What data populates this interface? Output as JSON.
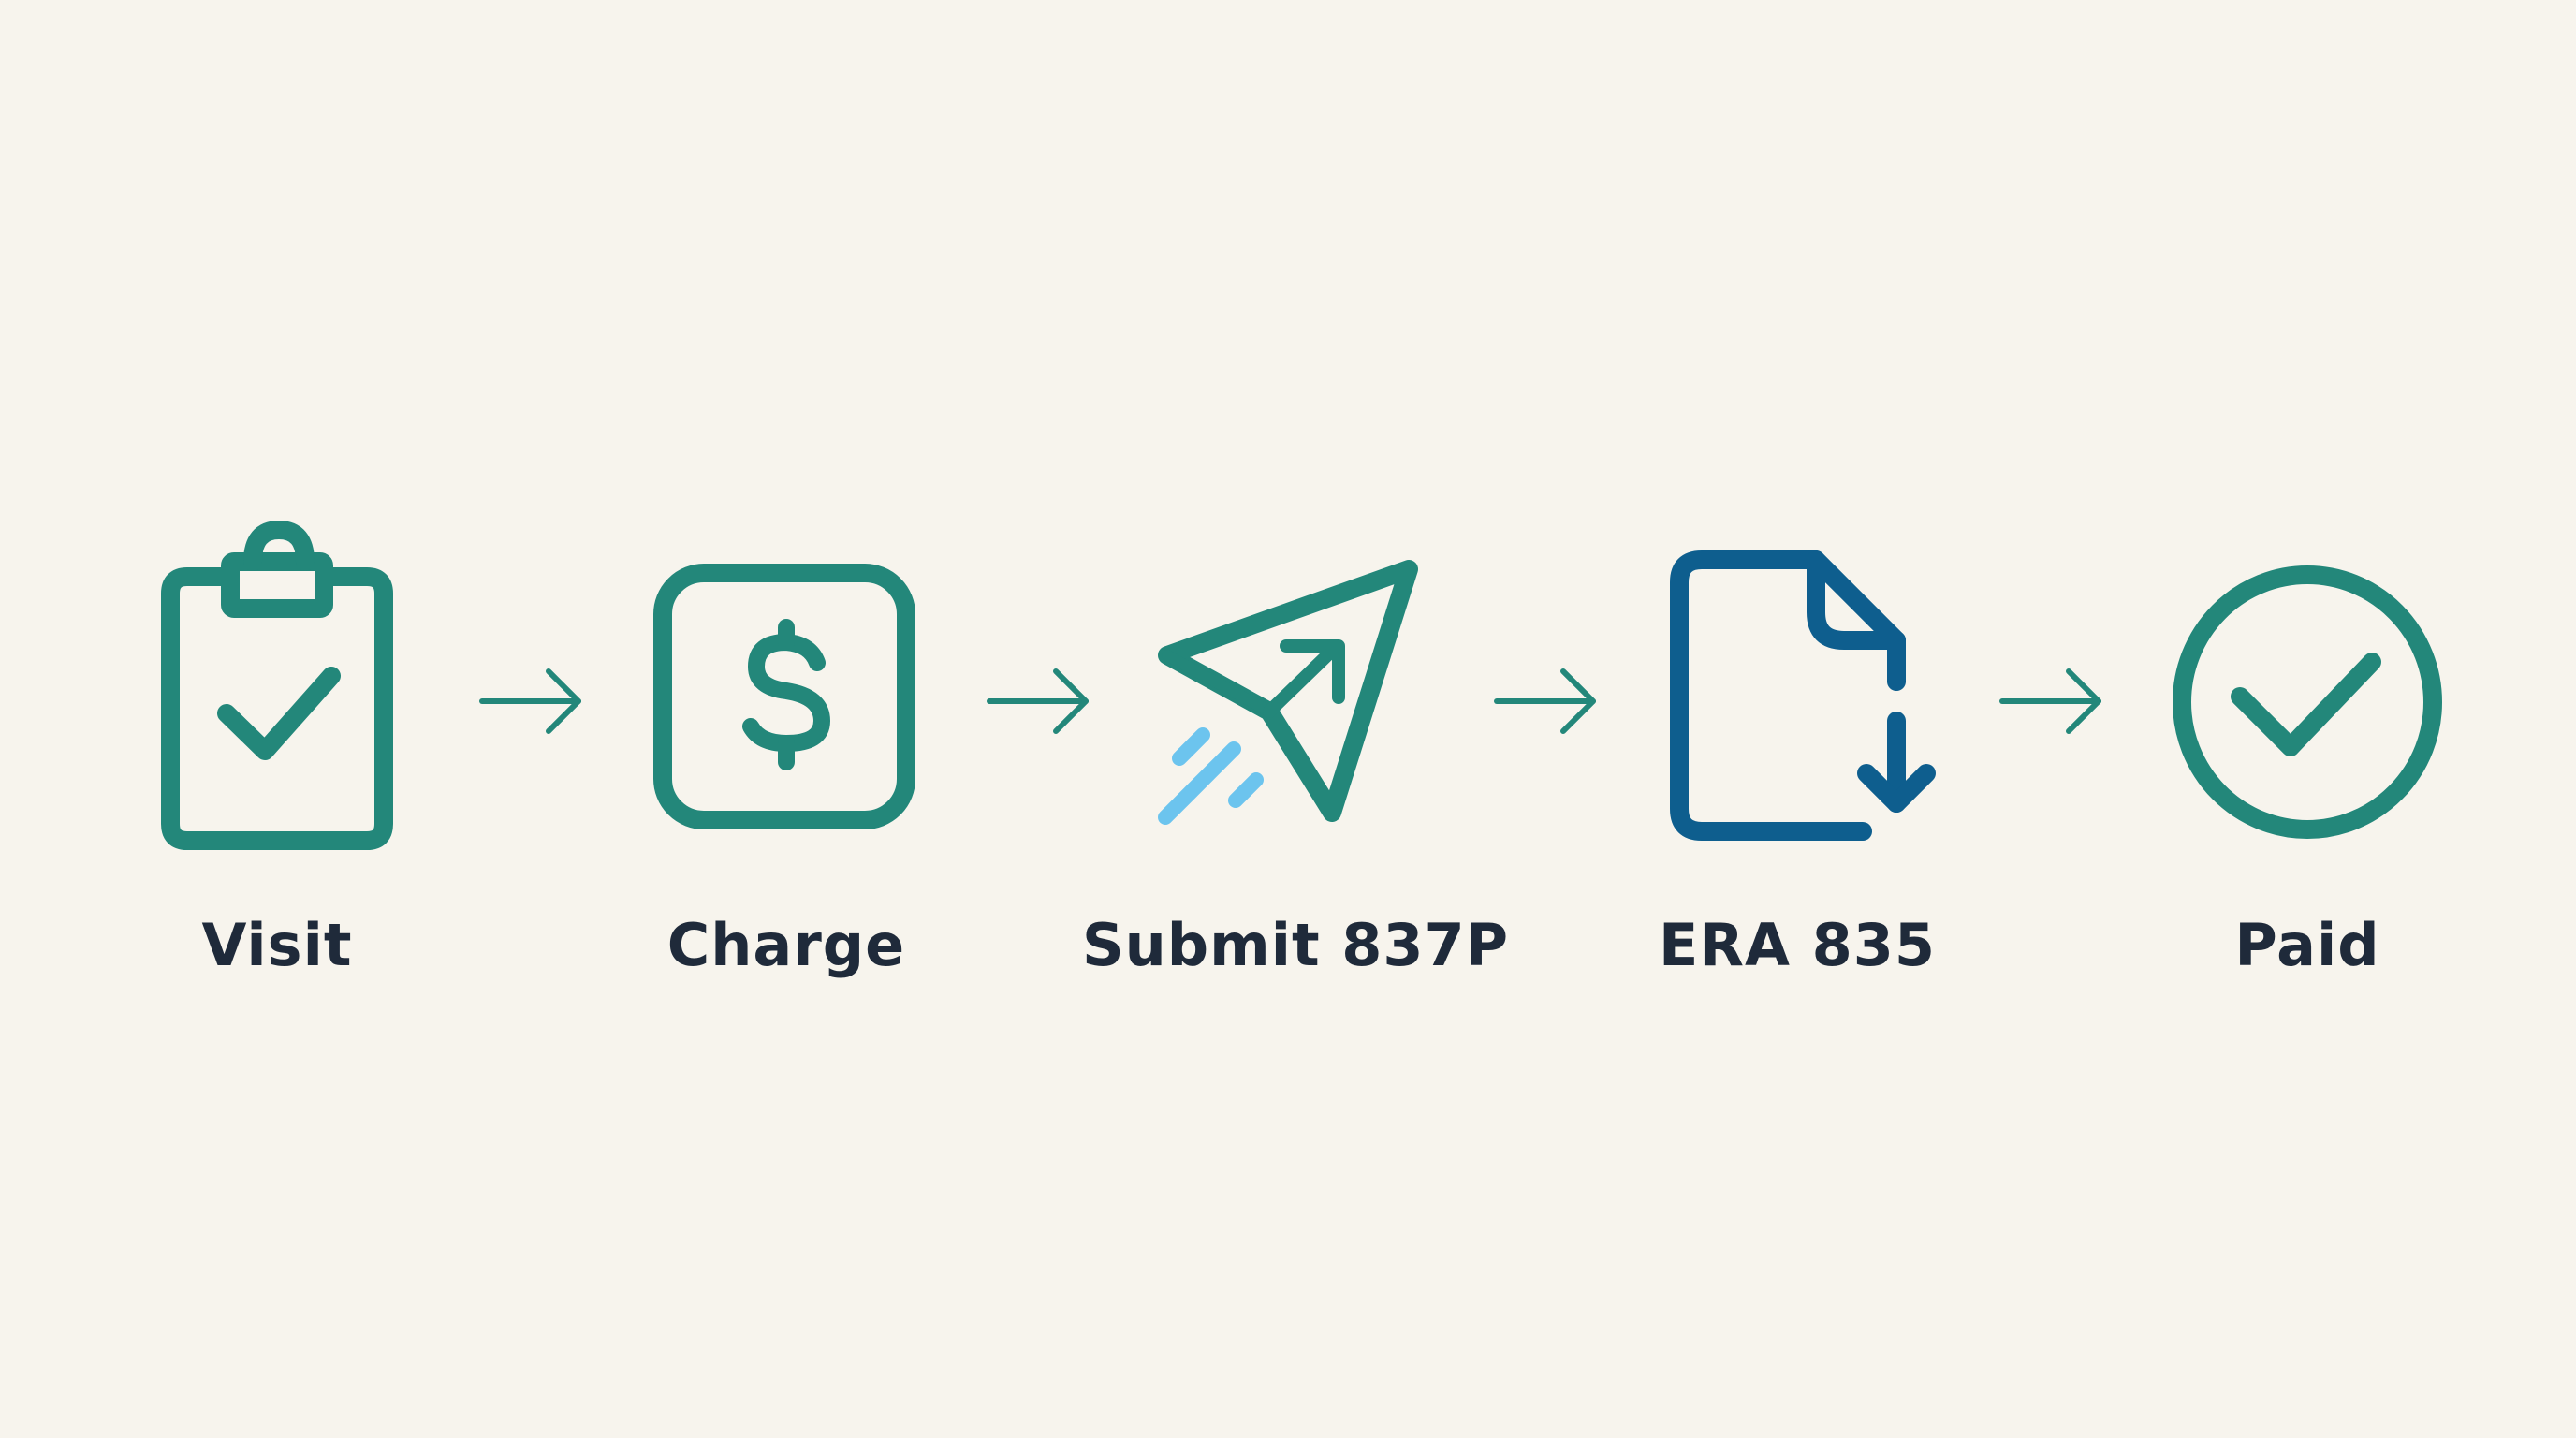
{
  "colors": {
    "background": "#F7F4ED",
    "teal": "#23877A",
    "navy": "#0E5E8E",
    "sky": "#6CC4EE",
    "text": "#1F2A3A"
  },
  "steps": [
    {
      "label": "Visit",
      "icon": "clipboard-check-icon"
    },
    {
      "label": "Charge",
      "icon": "dollar-square-icon"
    },
    {
      "label": "Submit 837P",
      "icon": "paper-plane-icon"
    },
    {
      "label": "ERA 835",
      "icon": "document-download-icon"
    },
    {
      "label": "Paid",
      "icon": "check-circle-icon"
    }
  ],
  "connectors": [
    "arrow-right-icon",
    "arrow-right-icon",
    "arrow-right-icon",
    "arrow-right-icon"
  ]
}
